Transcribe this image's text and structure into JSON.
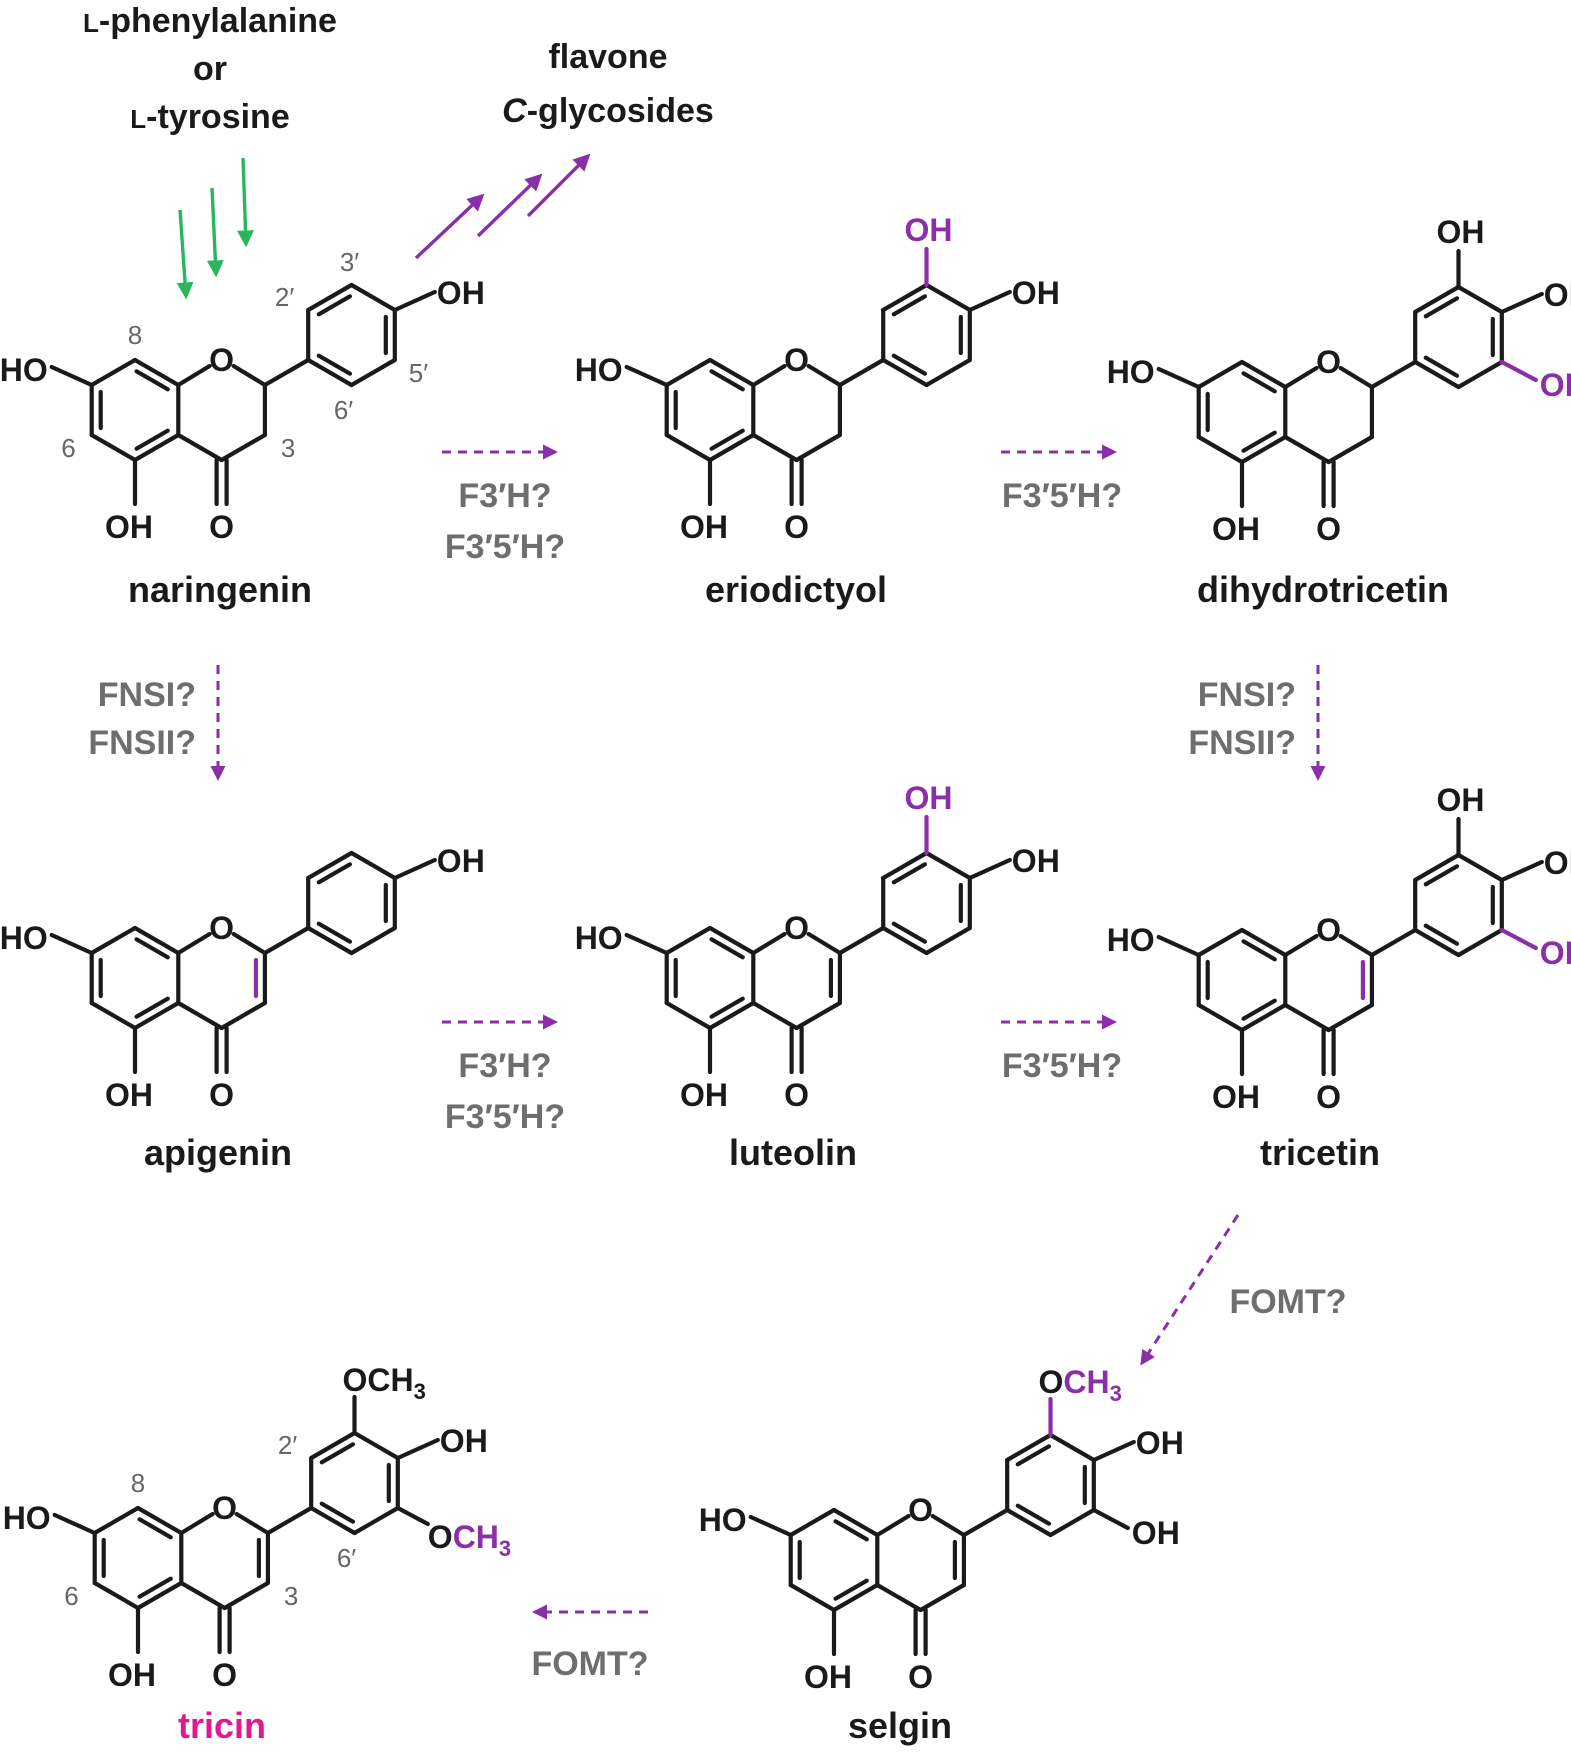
{
  "precursor": {
    "line1_prefix": "L",
    "line1_rest": "-phenylalanine",
    "line2": "or",
    "line3_prefix": "L",
    "line3_rest": "-tyrosine"
  },
  "side_product": {
    "line1": "flavone",
    "line2_italic": "C",
    "line2_rest": "-glycosides"
  },
  "atoms": {
    "ho": "HO",
    "oh": "OH",
    "o": "O",
    "och": "OCH",
    "sub3": "3"
  },
  "positions": {
    "p8": "8",
    "p6": "6",
    "p3": "3",
    "p2p": "2′",
    "p3p": "3′",
    "p5p": "5′",
    "p6p": "6′"
  },
  "compounds": {
    "naringenin": "naringenin",
    "eriodictyol": "eriodictyol",
    "dihydrotricetin": "dihydrotricetin",
    "apigenin": "apigenin",
    "luteolin": "luteolin",
    "tricetin": "tricetin",
    "selgin": "selgin",
    "tricin": "tricin"
  },
  "enzymes": {
    "f3h": "F3′H?",
    "f35h": "F3′5′H?",
    "fns1": "FNSI?",
    "fns2": "FNSII?",
    "fomt": "FOMT?"
  },
  "colors": {
    "bond": "#1a1a1a",
    "highlight": "#8b2fa8",
    "enzyme_text": "#6e6e6e",
    "position_text": "#666666",
    "precursor_arrow": "#2bb55c",
    "product_name": "#e0198f"
  },
  "icons": {
    "reaction_arrow": "dashed-arrow-icon",
    "flux_arrow": "solid-arrow-icon",
    "precursor_arrow": "green-arrow-icon"
  }
}
